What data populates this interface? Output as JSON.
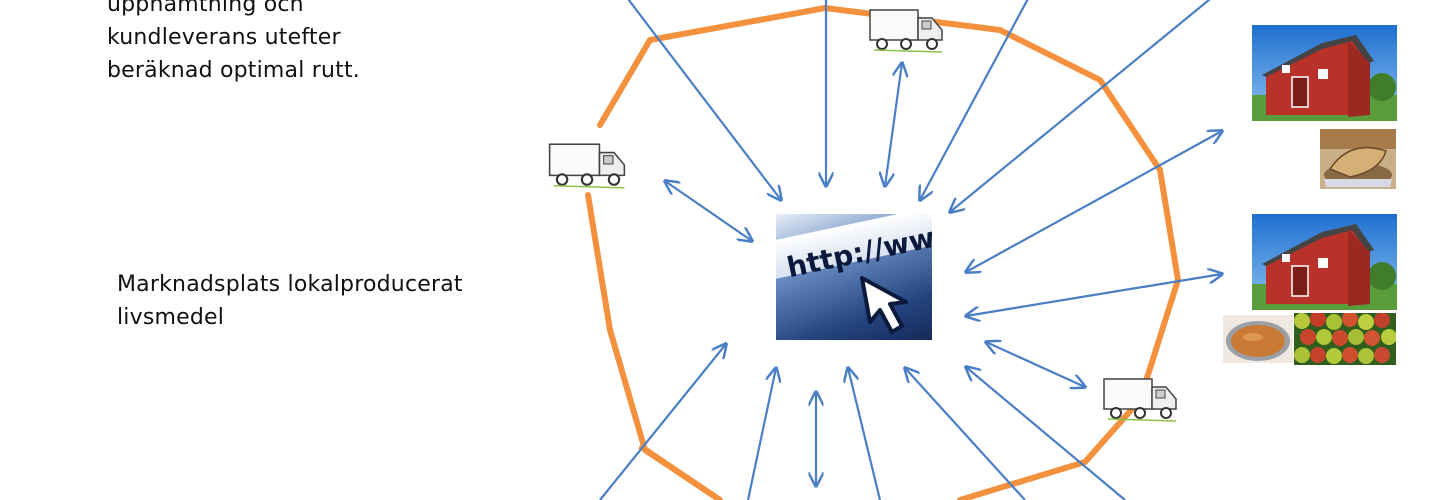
{
  "text": {
    "top_lines": [
      "upphämtning och",
      "kundleverans utefter",
      "beräknad optimal rutt."
    ],
    "market_lines": [
      "Marknadsplats lokalproducerat",
      "livsmedel"
    ]
  },
  "web_icon": {
    "url_text": "http://www"
  },
  "colors": {
    "ring": "#f4913e",
    "arrow": "#4a7ec5",
    "barn_red": "#b8322a",
    "sky": "#2f7fd9"
  },
  "icons": [
    "truck-icon",
    "barn-photo",
    "cheese-photo",
    "jam-photo",
    "apples-photo",
    "web-cursor-icon"
  ]
}
